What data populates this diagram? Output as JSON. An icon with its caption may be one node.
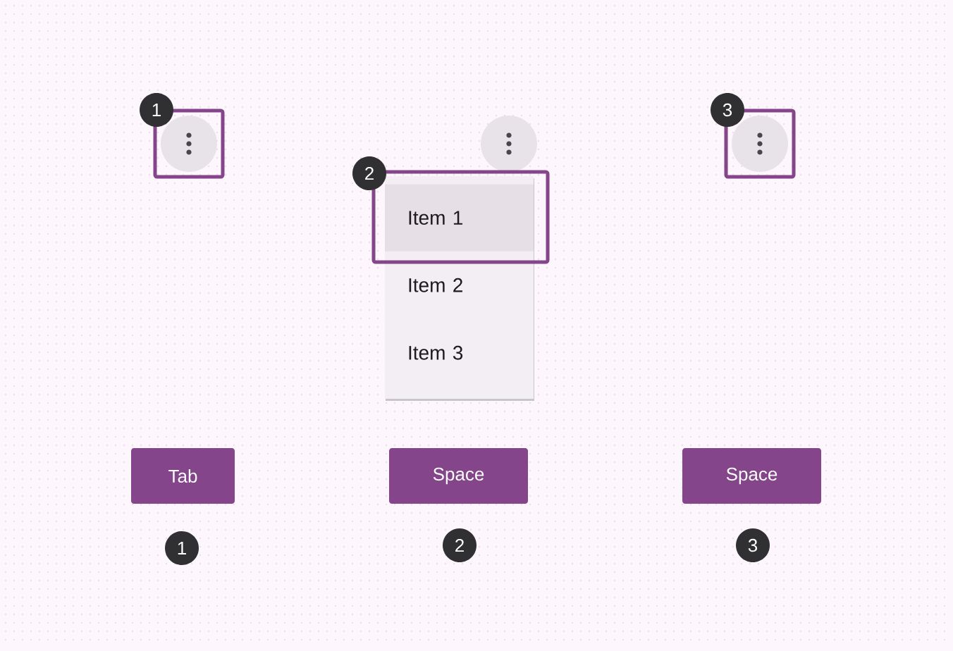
{
  "diagram": {
    "nodes": [
      {
        "text": [
          "1"
        ]
      },
      {
        "text": [
          "2"
        ]
      },
      {
        "text": [
          "3"
        ]
      },
      {
        "text": [],
        "shape": "box"
      },
      {
        "text": [
          "Item 1"
        ],
        "in": 3
      },
      {
        "text": [
          "Item 2"
        ],
        "in": 3
      },
      {
        "text": [
          "Item 3"
        ],
        "in": 3
      },
      {
        "text": [
          "Tab"
        ]
      },
      {
        "text": [
          "Space"
        ]
      },
      {
        "text": [
          "Space"
        ]
      },
      {
        "text": [
          "1"
        ]
      },
      {
        "text": [
          "2"
        ]
      },
      {
        "text": [
          "3"
        ]
      }
    ]
  }
}
